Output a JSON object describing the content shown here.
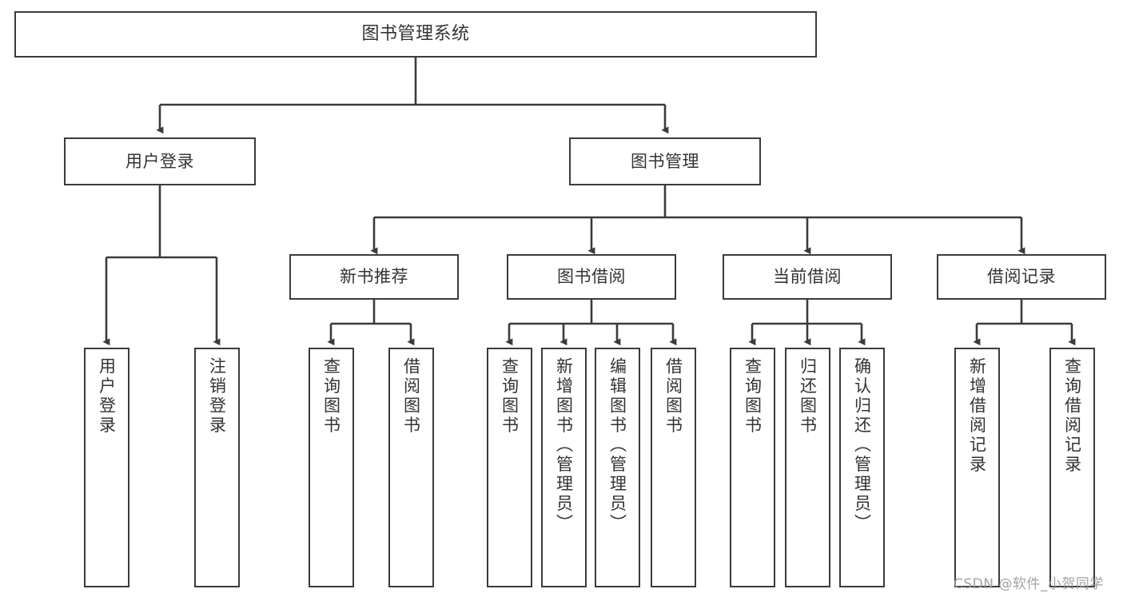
{
  "diagram": {
    "title": "图书管理系统",
    "type": "tree-hierarchy-chart",
    "colors": {
      "background": "#ffffff",
      "box_border": "#3b3b3b",
      "box_fill": "#ffffff",
      "text": "#333333",
      "connector": "#3b3b3b",
      "watermark": "#9b9b9b"
    },
    "root": {
      "label": "图书管理系统"
    },
    "level2": [
      {
        "id": "user-login",
        "label": "用户登录"
      },
      {
        "id": "book-manage",
        "label": "图书管理"
      }
    ],
    "level3": [
      {
        "id": "new-book-recommend",
        "label": "新书推荐",
        "parent": "book-manage"
      },
      {
        "id": "book-borrow",
        "label": "图书借阅",
        "parent": "book-manage"
      },
      {
        "id": "current-borrow",
        "label": "当前借阅",
        "parent": "book-manage"
      },
      {
        "id": "borrow-record",
        "label": "借阅记录",
        "parent": "book-manage"
      }
    ],
    "leaves": [
      {
        "id": "leaf-user-login",
        "label": "用户登录",
        "parent": "user-login"
      },
      {
        "id": "leaf-user-logout",
        "label": "注销登录",
        "parent": "user-login"
      },
      {
        "id": "leaf-query-book-1",
        "label": "查询图书",
        "parent": "new-book-recommend"
      },
      {
        "id": "leaf-borrow-book-1",
        "label": "借阅图书",
        "parent": "new-book-recommend"
      },
      {
        "id": "leaf-query-book-2",
        "label": "查询图书",
        "parent": "book-borrow"
      },
      {
        "id": "leaf-add-book",
        "label": "新增图书（管理员）",
        "parent": "book-borrow"
      },
      {
        "id": "leaf-edit-book",
        "label": "编辑图书（管理员）",
        "parent": "book-borrow"
      },
      {
        "id": "leaf-borrow-book-2",
        "label": "借阅图书",
        "parent": "book-borrow"
      },
      {
        "id": "leaf-query-book-3",
        "label": "查询图书",
        "parent": "current-borrow"
      },
      {
        "id": "leaf-return-book",
        "label": "归还图书",
        "parent": "current-borrow"
      },
      {
        "id": "leaf-confirm-return",
        "label": "确认归还（管理员）",
        "parent": "current-borrow"
      },
      {
        "id": "leaf-add-record",
        "label": "新增借阅记录",
        "parent": "borrow-record"
      },
      {
        "id": "leaf-query-record",
        "label": "查询借阅记录",
        "parent": "borrow-record"
      }
    ]
  },
  "watermark": {
    "text": "CSDN @软件_小贺同学"
  }
}
